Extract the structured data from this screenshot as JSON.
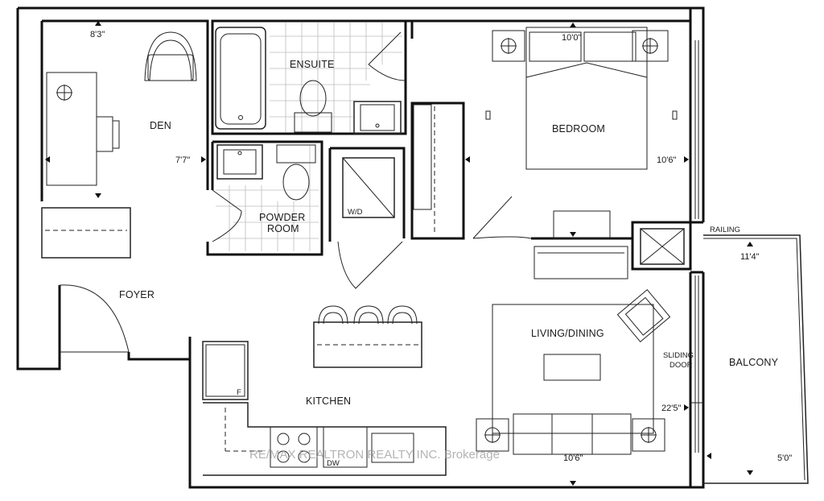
{
  "rooms": {
    "den": "DEN",
    "ensuite": "ENSUITE",
    "bedroom": "BEDROOM",
    "powder_room_line1": "POWDER",
    "powder_room_line2": "ROOM",
    "washer_dryer": "W/D",
    "foyer": "FOYER",
    "living_dining": "LIVING/DINING",
    "kitchen": "KITCHEN",
    "balcony": "BALCONY",
    "railing": "RAILING",
    "sliding_door_line1": "SLIDING",
    "sliding_door_line2": "DOOR",
    "fridge": "F",
    "dishwasher": "DW"
  },
  "dimensions": {
    "den_width": "8'3\"",
    "den_depth": "7'7\"",
    "bedroom_width": "10'0\"",
    "bedroom_depth": "10'6\"",
    "balcony_length": "11'4\"",
    "living_depth": "22'5\"",
    "living_width": "10'6\"",
    "balcony_width": "5'0\""
  },
  "watermark": "RE/MAX REALTRON REALTY INC. Brokerage"
}
